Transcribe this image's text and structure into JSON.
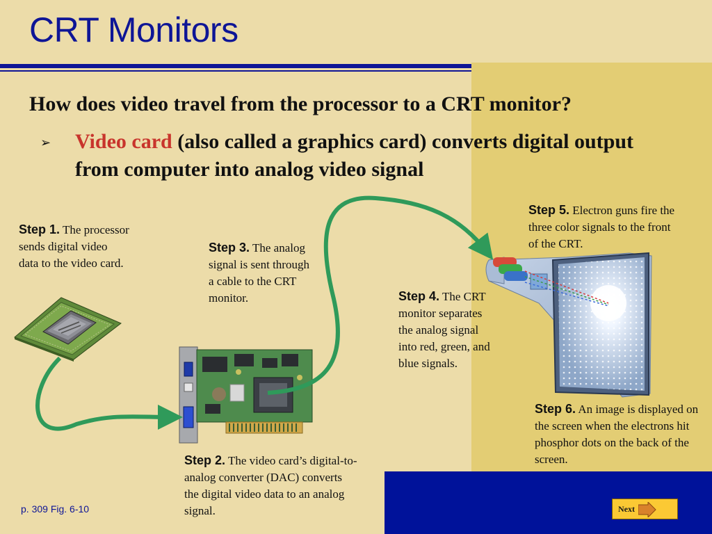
{
  "slide": {
    "title": "CRT Monitors",
    "question": "How does video travel from the processor to a CRT monitor?",
    "bullet": {
      "highlight": "Video card",
      "text": " (also called a graphics card) converts digital output from computer into analog video signal"
    },
    "steps": [
      {
        "label": "Step 1.",
        "text": " The processor sends digital video data to the video card."
      },
      {
        "label": "Step 2.",
        "text": " The video card’s digital-to-analog converter (DAC) converts the digital video data to an analog signal."
      },
      {
        "label": "Step 3.",
        "text": " The analog signal is sent through a cable to the CRT monitor."
      },
      {
        "label": "Step 4.",
        "text": " The CRT monitor separates the analog signal into red, green, and blue signals."
      },
      {
        "label": "Step 5.",
        "text": " Electron guns fire the three color signals to the front of the CRT."
      },
      {
        "label": "Step 6.",
        "text": " An image is displayed on the screen when the electrons hit phosphor dots on the back of the screen."
      }
    ],
    "figure_ref": "p. 309 Fig. 6-10",
    "next_label": "Next"
  },
  "colors": {
    "background": "#ecdca9",
    "gold_panel": "#e3cd74",
    "navy": "#0e1596",
    "highlight_red": "#c8342c",
    "arrow_green": "#2f9a5a",
    "next_button": "#fbc934"
  },
  "icons": [
    "bullet-arrow-icon",
    "processor-chip-image",
    "video-card-image",
    "crt-monitor-image",
    "next-arrow-icon"
  ]
}
